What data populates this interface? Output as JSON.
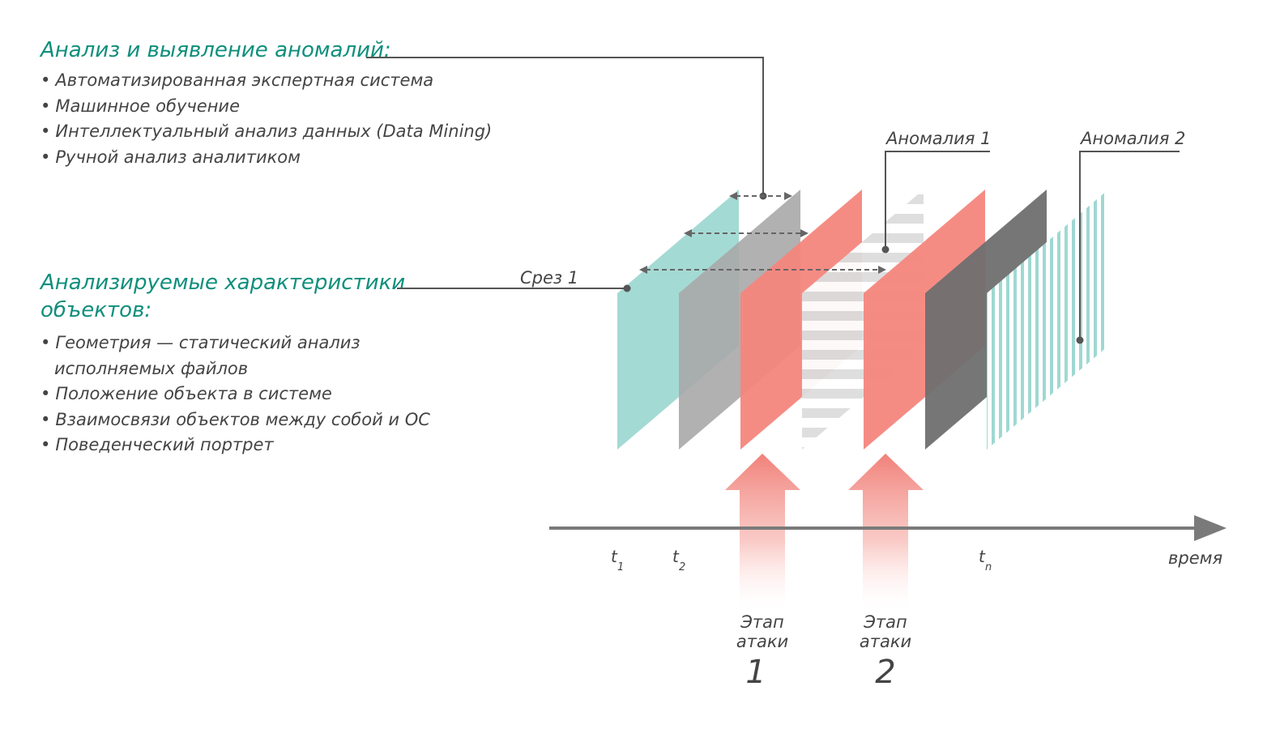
{
  "anomaly_analysis": {
    "heading": "Анализ и выявление аномалий:",
    "items": [
      "Автоматизированная экспертная система",
      "Машинное обучение",
      "Интеллектуальный анализ данных (Data Mining)",
      "Ручной анализ аналитиком"
    ]
  },
  "object_characteristics": {
    "heading_line1": "Анализируемые характеристики",
    "heading_line2": "объектов:",
    "items": [
      "Геометрия — статический анализ",
      "исполняемых файлов",
      "Положение объекта в системе",
      "Взаимосвязи объектов между собой и ОС",
      "Поведенческий портрет"
    ]
  },
  "diagram": {
    "slice_label": "Срез 1",
    "anomaly1_label": "Аномалия 1",
    "anomaly2_label": "Аномалия 2",
    "time_axis_label": "время",
    "ticks": [
      {
        "base": "t",
        "sub": "1"
      },
      {
        "base": "t",
        "sub": "2"
      },
      {
        "base": "t",
        "sub": "n"
      }
    ],
    "attack_stages": [
      {
        "line1": "Этап",
        "line2": "атаки",
        "number": "1"
      },
      {
        "line1": "Этап",
        "line2": "атаки",
        "number": "2"
      }
    ],
    "colors": {
      "teal_text": "#0f8f7c",
      "teal_slice": "#9fd8d2",
      "gray_slice": "#a9a9a9",
      "dark_slice": "#6f6f6f",
      "red_slice": "#f4867d",
      "axis": "#7a7a7a"
    }
  }
}
